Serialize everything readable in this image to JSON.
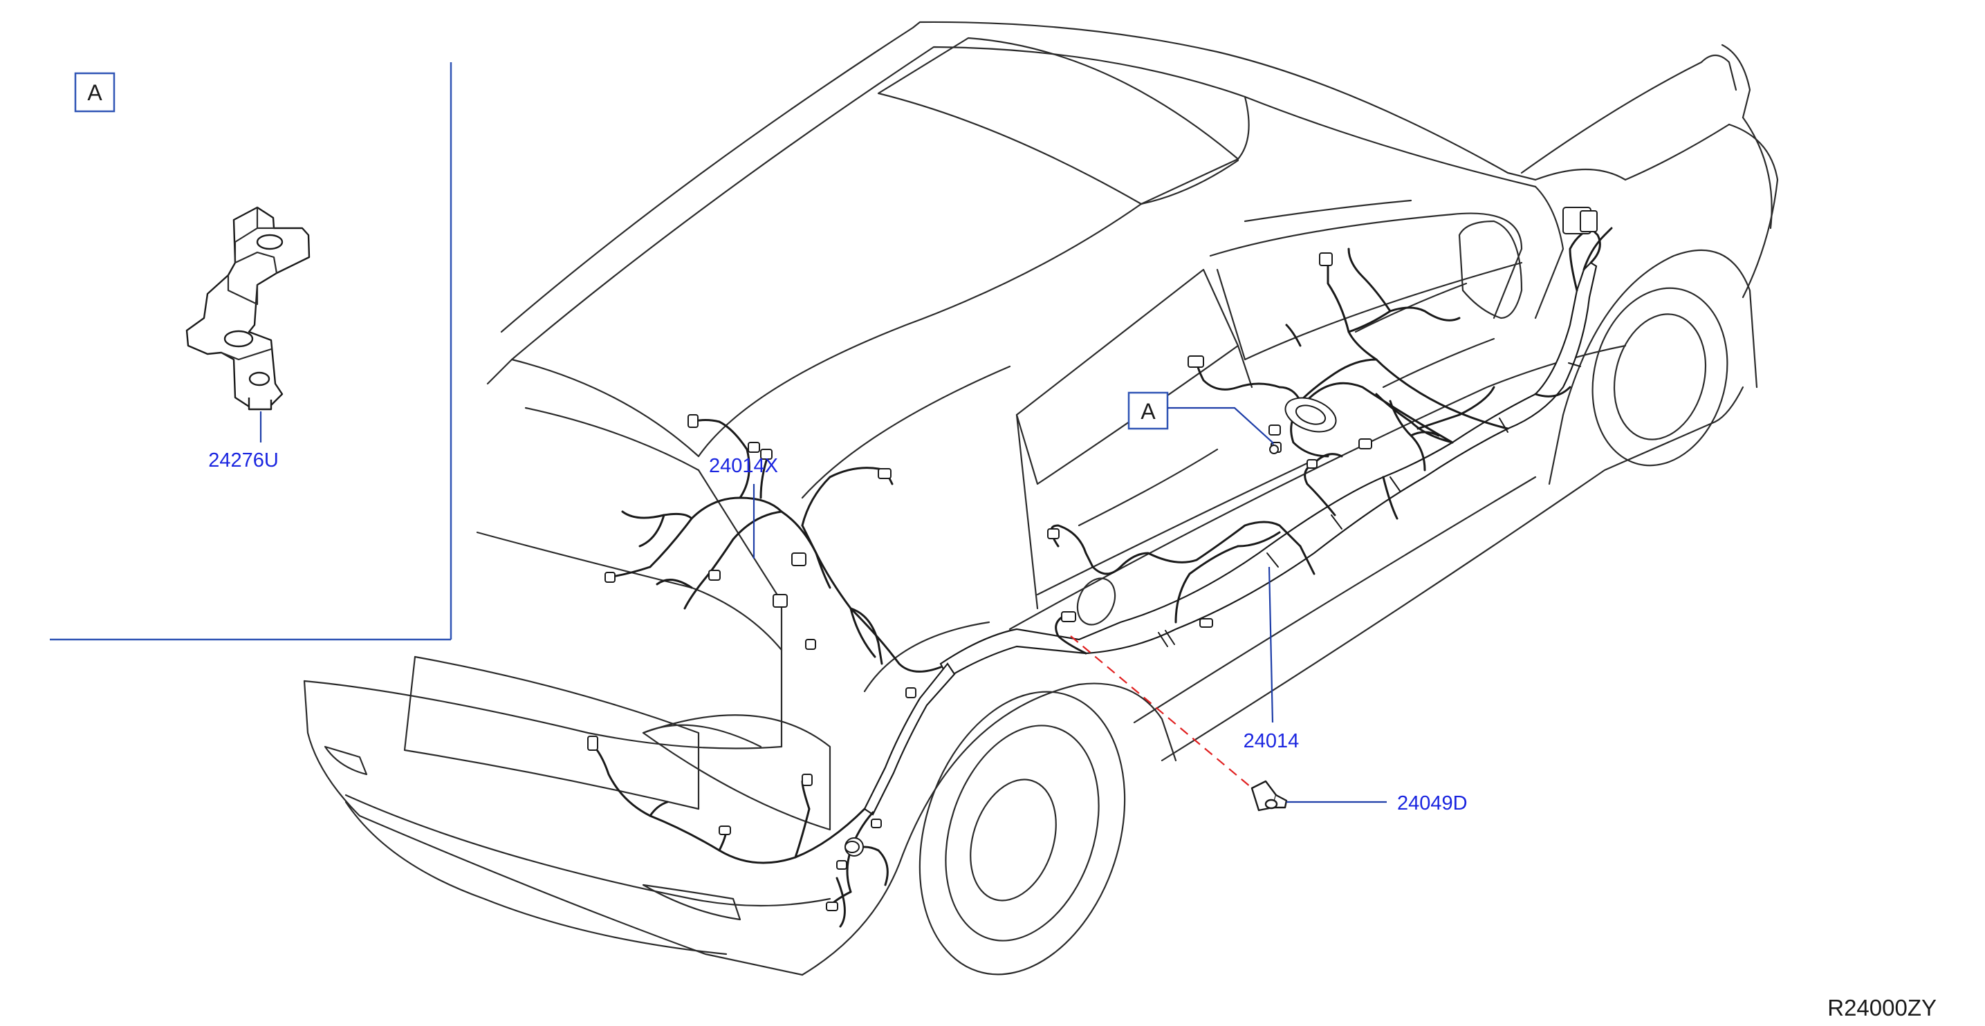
{
  "callouts": {
    "detail_box": "A",
    "car_box": "A"
  },
  "labels": {
    "clip": "24276U",
    "harness_rear": "24014X",
    "harness_main": "24014",
    "bolt": "24049D"
  },
  "diagram_code": "R24000ZY",
  "colors": {
    "label_text": "#1a25e0",
    "leader_line": "#1e3ea8",
    "detail_frame": "#2f54b5",
    "dashed_indicator": "#e02020",
    "line_art": "#2b2b2b"
  }
}
